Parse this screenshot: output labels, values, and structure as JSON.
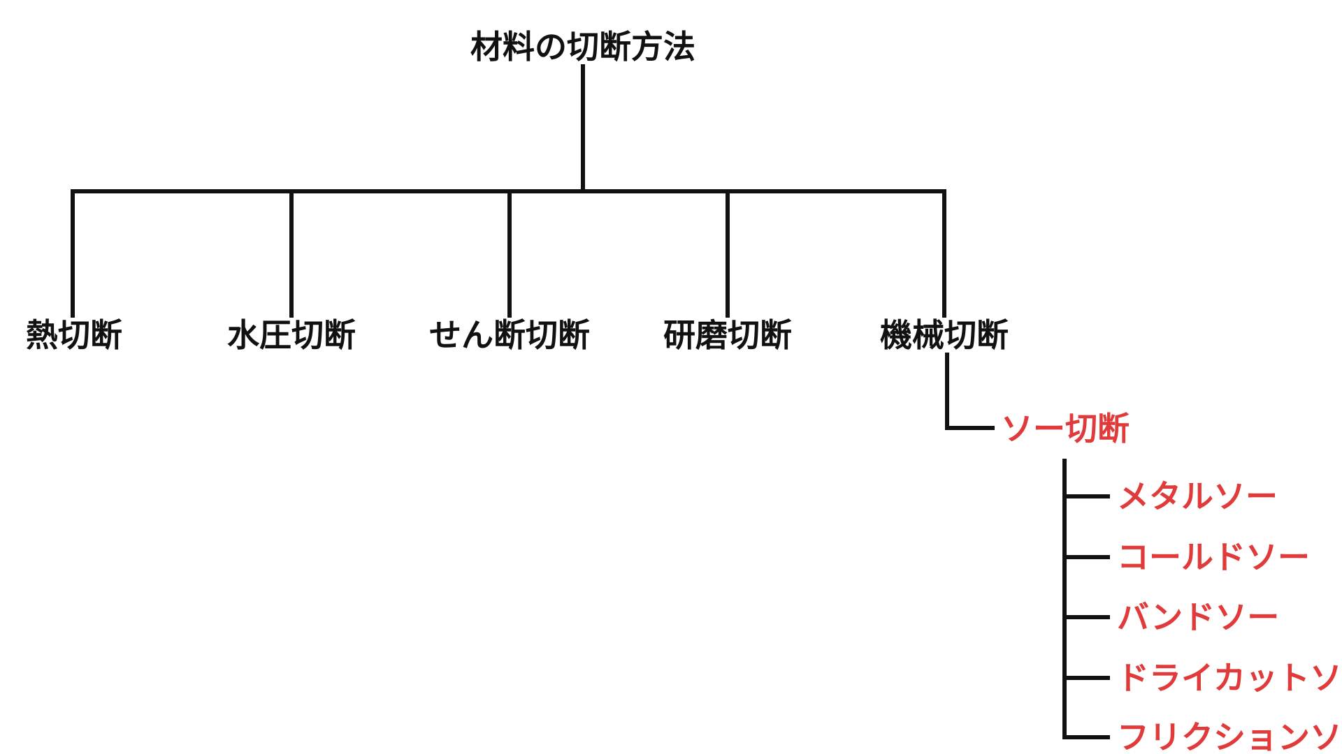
{
  "root": {
    "label": "材料の切断方法"
  },
  "categories": [
    {
      "label": "熱切断"
    },
    {
      "label": "水圧切断"
    },
    {
      "label": "せん断切断"
    },
    {
      "label": "研磨切断"
    },
    {
      "label": "機械切断"
    }
  ],
  "saw": {
    "label": "ソー切断",
    "items": [
      {
        "label": "メタルソー"
      },
      {
        "label": "コールドソー"
      },
      {
        "label": "バンドソー"
      },
      {
        "label": "ドライカットソー"
      },
      {
        "label": "フリクションソー"
      }
    ]
  },
  "colors": {
    "line": "#111111",
    "text": "#111111",
    "highlight": "#e03a3a"
  }
}
